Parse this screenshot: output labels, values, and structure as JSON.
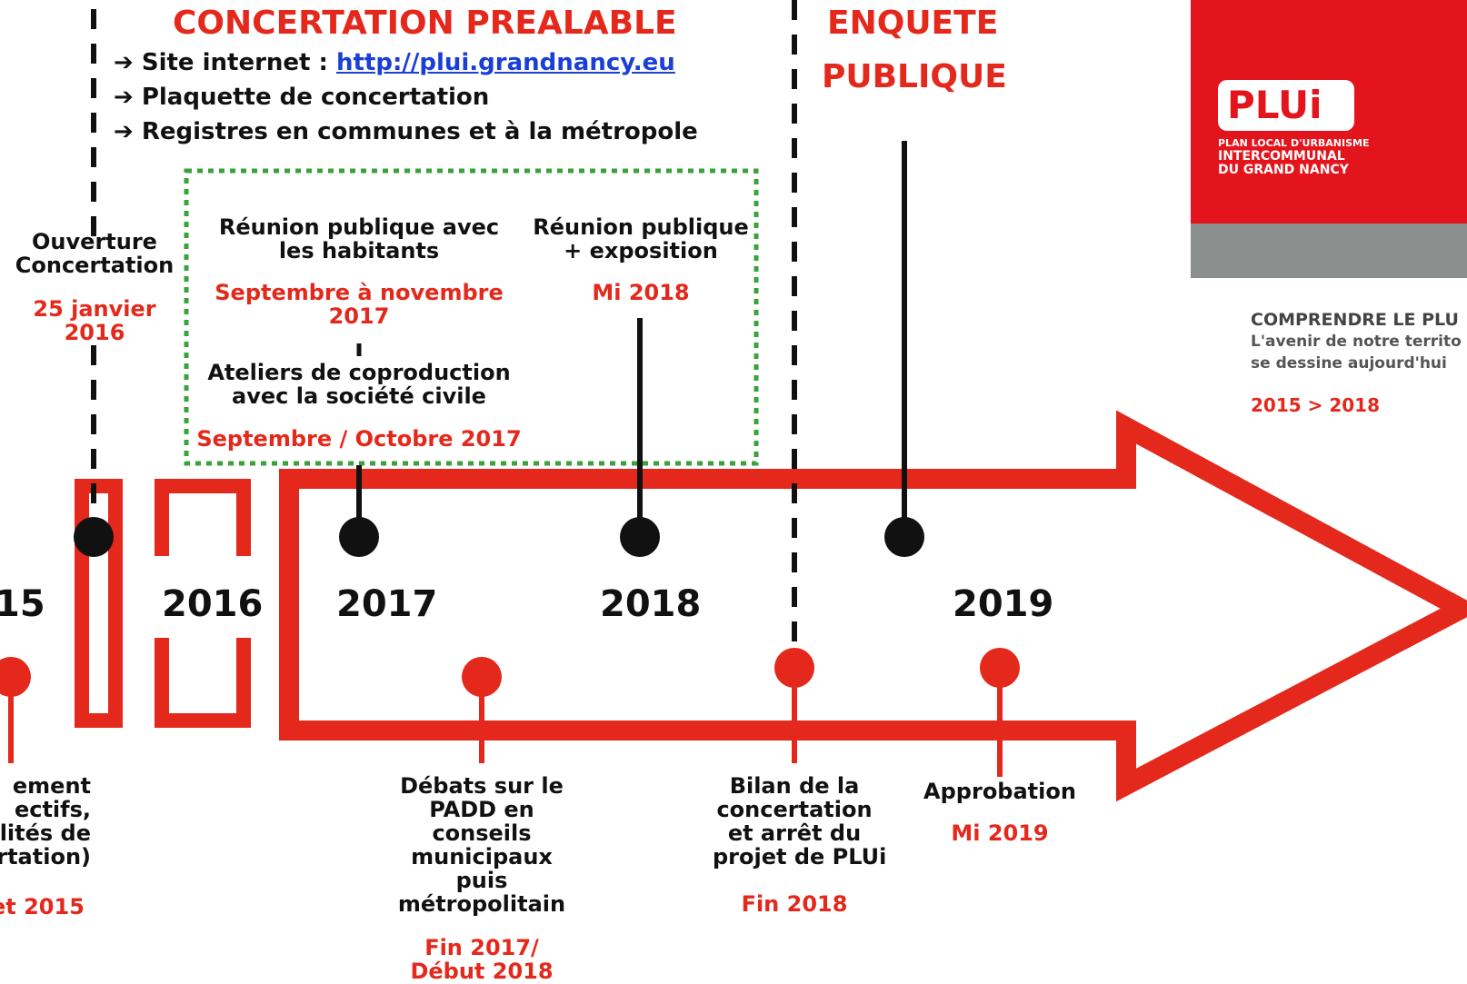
{
  "header": {
    "concertation_title": "CONCERTATION PREALABLE",
    "enquete_line1": "ENQUETE",
    "enquete_line2": "PUBLIQUE"
  },
  "concertation_list": [
    {
      "prefix": "➔ Site internet : ",
      "link": "http://plui.grandnancy.eu"
    },
    {
      "prefix": "➔ Plaquette de concertation",
      "link": ""
    },
    {
      "prefix": "➔ Registres en communes et à la métropole",
      "link": ""
    }
  ],
  "events_top": {
    "ouverture": {
      "label": [
        "Ouverture",
        "Concertation"
      ],
      "date": [
        "25 janvier",
        "2016"
      ]
    },
    "reunion_habitants": {
      "label": [
        "Réunion publique avec",
        "les habitants"
      ],
      "date": [
        "Septembre à novembre",
        "2017"
      ]
    },
    "ateliers": {
      "label": [
        "Ateliers de coproduction",
        "avec la société civile"
      ],
      "date": [
        "Septembre / Octobre 2017"
      ]
    },
    "reunion_expo": {
      "label": [
        "Réunion publique",
        "+ exposition"
      ],
      "date": [
        "Mi 2018"
      ]
    }
  },
  "years": [
    "15",
    "2016",
    "2017",
    "2018",
    "2019"
  ],
  "events_bottom": {
    "lancement": {
      "label": [
        "ement",
        "ectifs,",
        "lités de",
        "rtation)"
      ],
      "date": [
        "et 2015"
      ]
    },
    "debats": {
      "label": [
        "Débats sur le",
        "PADD en",
        "conseils",
        "municipaux",
        "puis",
        "métropolitain"
      ],
      "date": [
        "Fin 2017/",
        "Début 2018"
      ]
    },
    "bilan": {
      "label": [
        "Bilan de la",
        "concertation",
        "et arrêt du",
        "projet de PLUi"
      ],
      "date": [
        "Fin 2018"
      ]
    },
    "approbation": {
      "label": [
        "Approbation"
      ],
      "date": [
        "Mi 2019"
      ]
    }
  },
  "cover": {
    "logo": "PLUi",
    "subtitle": [
      "PLAN LOCAL D'URBANISME",
      "INTERCOMMUNAL",
      "DU GRAND NANCY"
    ],
    "comprendre": "COMPRENDRE LE PLU",
    "avenir1": "L'avenir de notre territo",
    "avenir2": "se dessine aujourd'hui",
    "period": "2015 > 2018"
  },
  "colors": {
    "red": "#e4281b",
    "green_dash": "#3aa23a",
    "black": "#111111",
    "link": "#1a3fd6"
  }
}
